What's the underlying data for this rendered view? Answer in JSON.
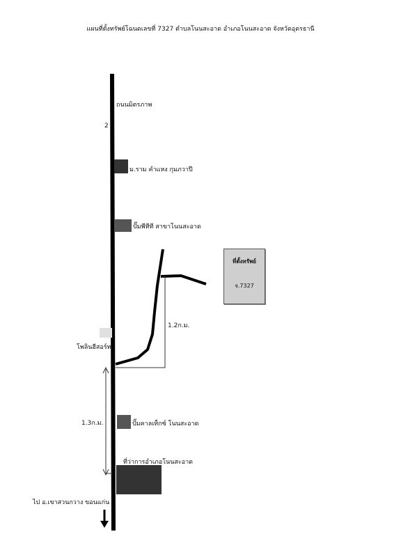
{
  "map": {
    "title": "แผนที่ตั้งทรัพย์โฉนดเลขที่ 7327 ตำบลโนนสะอาด อำเภอโนนสะอาด จังหวัดอุดรธานี",
    "road_name": "ถนนมิตรภาพ",
    "road_number": "2",
    "landmarks": [
      {
        "label": "ม.ราม คำแหง กุมภวาปี",
        "color": "#333333"
      },
      {
        "label": "ปั๊มพีทีที สาขาโนนสะอาด",
        "color": "#555555"
      },
      {
        "label": "โพลินฮีสอร์ท",
        "color": "#e0e0e0"
      },
      {
        "label": "ปั๊มคาลเท็กซ์ โนนสะอาด",
        "color": "#555555"
      },
      {
        "label": "ที่ว่าการอำเภอโนนสะอาด",
        "color": "#333333"
      }
    ],
    "property": {
      "label": "ที่ตั้งทรัพย์",
      "deed": "จ.7327",
      "color": "#cfcfcf"
    },
    "distance_1": "1.2ก.ม.",
    "distance_2": "1.3ก.ม.",
    "direction_label": "ไป อ.เขาสวนกวาง ขอนแก่น",
    "direction_icon": "down-arrow-icon"
  }
}
